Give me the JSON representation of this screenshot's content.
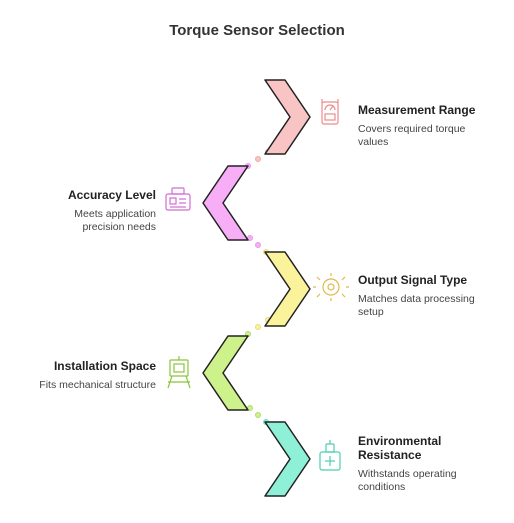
{
  "title": "Torque Sensor Selection",
  "steps": [
    {
      "title": "Measurement Range",
      "desc": "Covers required torque values",
      "side": "right",
      "color": "#f9c4c4",
      "icon": "gauge-meter-icon"
    },
    {
      "title": "Accuracy Level",
      "desc": "Meets application precision needs",
      "side": "left",
      "color": "#f7aef7",
      "icon": "calibration-device-icon"
    },
    {
      "title": "Output Signal Type",
      "desc": "Matches data processing setup",
      "side": "right",
      "color": "#fbf29c",
      "icon": "signal-gear-icon"
    },
    {
      "title": "Installation Space",
      "desc": "Fits mechanical structure",
      "side": "left",
      "color": "#cdf28c",
      "icon": "easel-frame-icon"
    },
    {
      "title": "Environmental Resistance",
      "desc": "Withstands operating conditions",
      "side": "right",
      "color": "#8ff0d8",
      "icon": "weather-station-icon"
    }
  ]
}
